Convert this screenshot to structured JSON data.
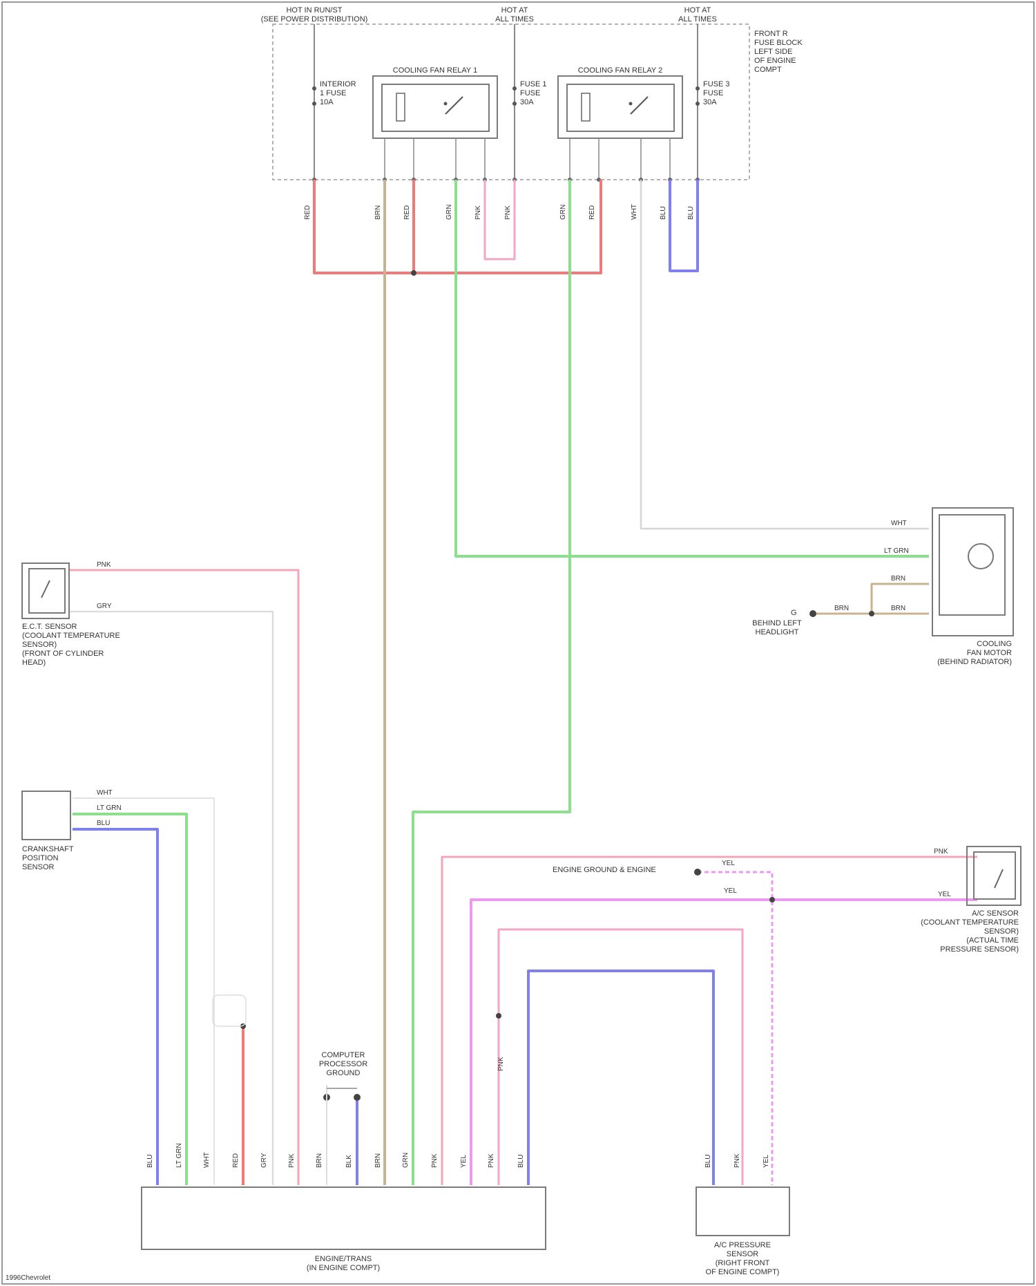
{
  "header": {
    "left_label": [
      "HOT IN RUN/ST",
      "(SEE POWER DISTRIBUTION)"
    ],
    "center_label": [
      "HOT AT",
      "ALL TIMES"
    ],
    "right_label": [
      "HOT AT",
      "ALL TIMES"
    ],
    "fuse_box": [
      "FRONT R",
      "FUSE BLOCK",
      "LEFT SIDE",
      "OF ENGINE",
      "COMPT"
    ],
    "fuse_1": [
      "INTERIOR",
      "1 FUSE",
      "10A"
    ],
    "fuse_2": [
      "FUSE 1",
      "FUSE",
      "30A"
    ],
    "fuse_3": [
      "FUSE 3",
      "FUSE",
      "30A"
    ],
    "relay_1": "COOLING FAN RELAY 1",
    "relay_2": "COOLING FAN RELAY 2"
  },
  "top_wires": [
    "RED",
    "BRN",
    "RED",
    "GRN",
    "PNK",
    "PNK",
    "GRN",
    "RED",
    "WHT",
    "BLU",
    "BLU"
  ],
  "radiator_motor": {
    "wires": [
      "WHT",
      "LT GRN",
      "BRN",
      "BRN"
    ],
    "ground": [
      "G",
      "BEHIND LEFT",
      "HEADLIGHT"
    ],
    "ground_wire": "BRN",
    "label": [
      "COOLING",
      "FAN MOTOR",
      "(BEHIND RADIATOR)"
    ]
  },
  "ect_sensor": {
    "wires": [
      "PNK",
      "GRY"
    ],
    "label": [
      "E.C.T. SENSOR",
      "(COOLANT TEMPERATURE",
      "SENSOR)",
      "(FRONT OF CYLINDER",
      "HEAD)"
    ]
  },
  "cam_sensor": {
    "wires": [
      "WHT",
      "LT GRN",
      "BLU"
    ],
    "label": [
      "CRANKSHAFT",
      "POSITION",
      "SENSOR"
    ]
  },
  "engine_ground": {
    "label": "ENGINE GROUND & ENGINE",
    "wire": "YEL"
  },
  "ac_sensor": {
    "wires": [
      "PNK",
      "YEL"
    ],
    "mid_wire": "YEL",
    "label": [
      "A/C SENSOR",
      "(COOLANT TEMPERATURE",
      "SENSOR)",
      "(ACTUAL TIME",
      "PRESSURE SENSOR)"
    ]
  },
  "chassis_ground": [
    "COMPUTER",
    "PROCESSOR",
    "GROUND"
  ],
  "side_tag": "PNK",
  "pcm": {
    "pins": [
      "BLU",
      "LT GRN",
      "WHT",
      "RED",
      "GRY",
      "PNK",
      "BRN",
      "BLK",
      "BRN",
      "GRN",
      "PNK",
      "YEL",
      "PNK",
      "BLU"
    ],
    "label": [
      "ENGINE/TRANS",
      "(IN ENGINE COMPT)"
    ]
  },
  "ac_pressure": {
    "pins": [
      "BLU",
      "PNK",
      "YEL"
    ],
    "label": [
      "A/C PRESSURE",
      "SENSOR",
      "(RIGHT FRONT",
      "OF ENGINE COMPT)"
    ]
  },
  "footer": "1996Chevrolet"
}
